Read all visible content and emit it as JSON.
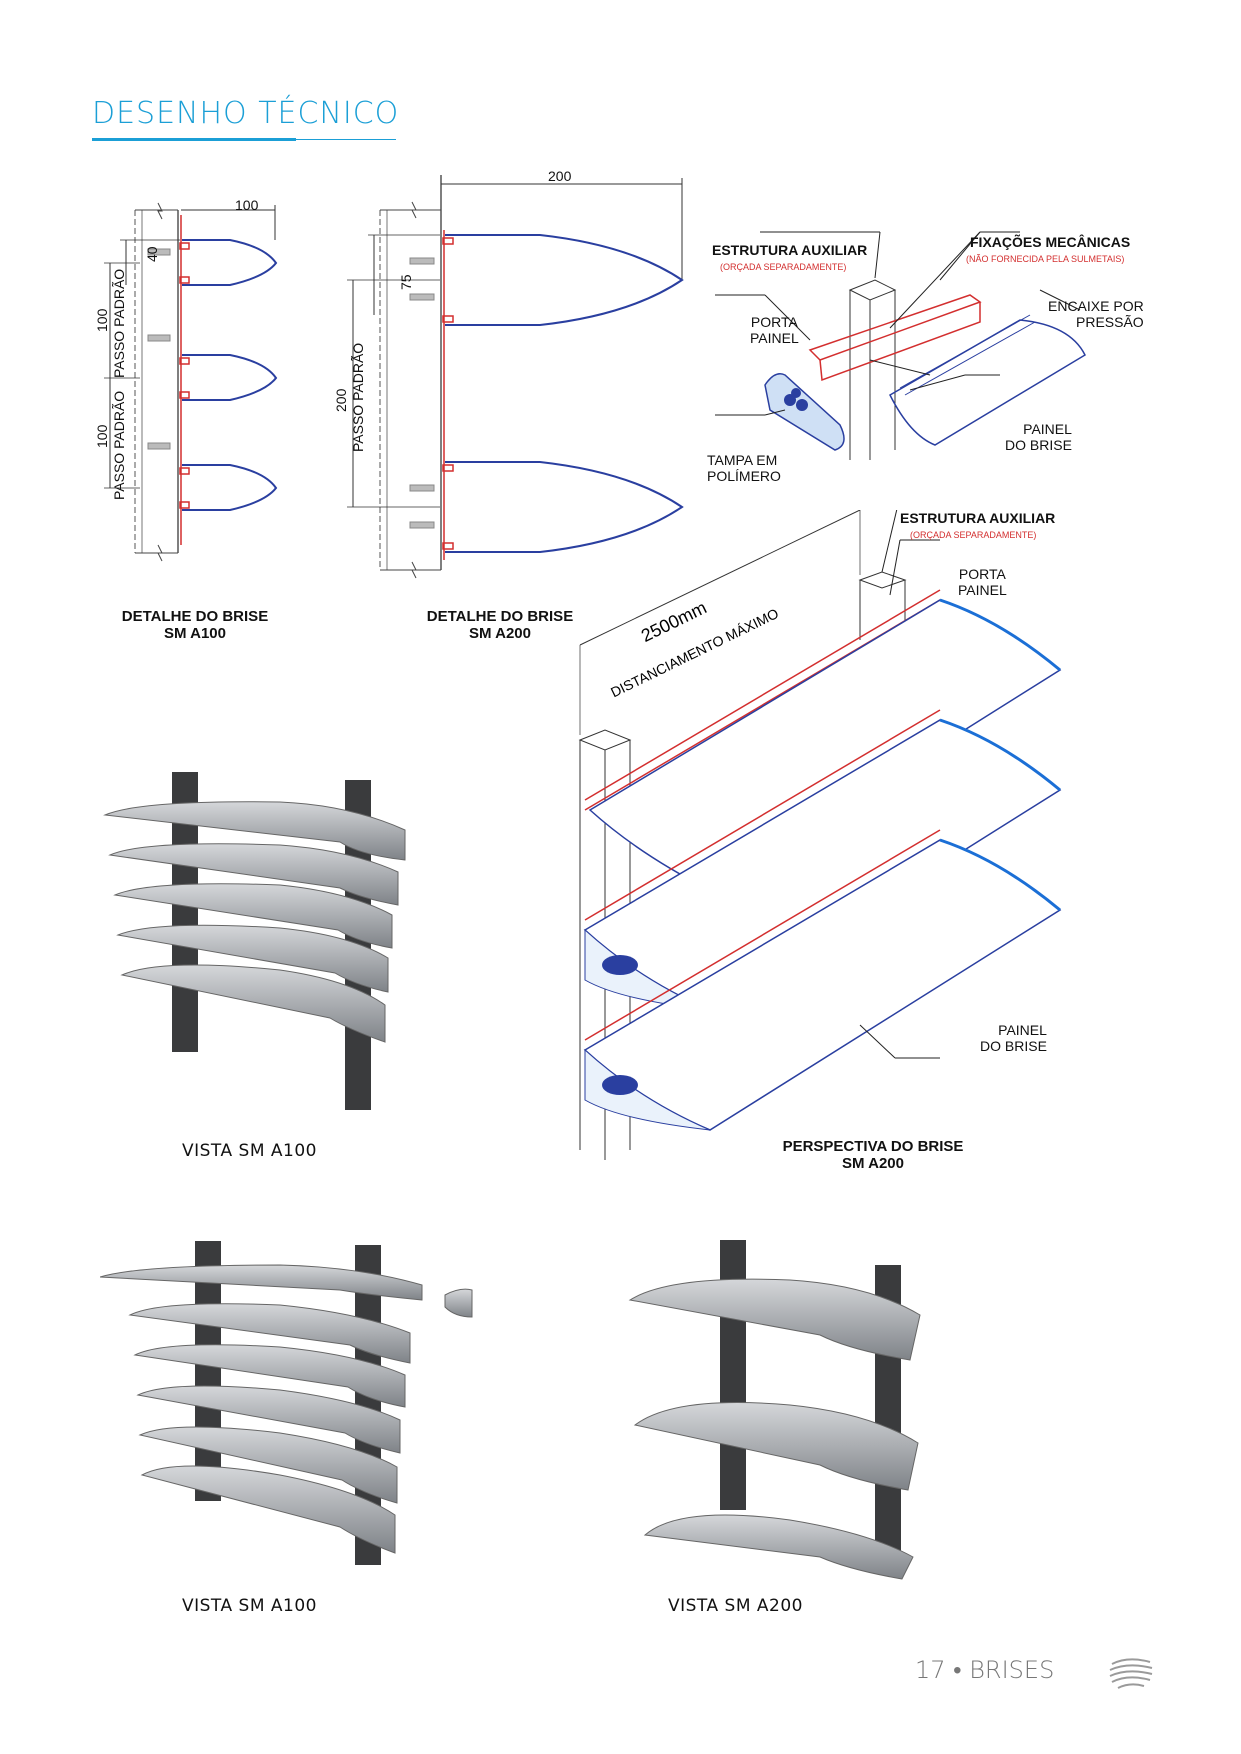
{
  "page": {
    "title": "DESENHO TÉCNICO",
    "footer": "17 • BRISES",
    "logo_icon": "wave-sphere-icon"
  },
  "colors": {
    "accent": "#1b9fd6",
    "profile": "#2a3fa0",
    "support": "#d32f2f",
    "render_grey": "#9a9ea3"
  },
  "detail_a100": {
    "dim_width": "100",
    "dim_fixing": "40",
    "pitch_value_1": "100",
    "pitch_label_1": "PASSO PADRÃO",
    "pitch_value_2": "100",
    "pitch_label_2": "PASSO PADRÃO",
    "caption_line1": "DETALHE DO BRISE",
    "caption_line2": "SM A100"
  },
  "detail_a200": {
    "dim_width": "200",
    "dim_fixing": "75",
    "pitch_value": "200",
    "pitch_label": "PASSO PADRÃO",
    "caption_line1": "DETALHE DO BRISE",
    "caption_line2": "SM A200"
  },
  "exploded": {
    "estrutura_auxiliar": "ESTRUTURA AUXILIAR",
    "estrutura_note": "(ORÇADA SEPARADAMENTE)",
    "fixacoes": "FIXAÇÕES MECÂNICAS",
    "fixacoes_note": "(NÃO FORNECIDA PELA SULMETAIS)",
    "porta_painel_1": "PORTA",
    "porta_painel_2": "PAINEL",
    "encaixe_1": "ENCAIXE POR",
    "encaixe_2": "PRESSÃO",
    "painel_1": "PAINEL",
    "painel_2": "DO BRISE",
    "tampa_1": "TAMPA EM",
    "tampa_2": "POLÍMERO"
  },
  "perspective": {
    "estrutura_auxiliar": "ESTRUTURA AUXILIAR",
    "estrutura_note": "(ORÇADA SEPARADAMENTE)",
    "porta_painel_1": "PORTA",
    "porta_painel_2": "PAINEL",
    "distance_value": "2500mm",
    "distance_label": "DISTANCIAMENTO MÁXIMO",
    "painel_1": "PAINEL",
    "painel_2": "DO BRISE",
    "caption_line1": "PERSPECTIVA DO BRISE",
    "caption_line2": "SM A200"
  },
  "views": {
    "view1": "VISTA SM A100",
    "view2": "VISTA SM A100",
    "view3": "VISTA SM A200"
  }
}
